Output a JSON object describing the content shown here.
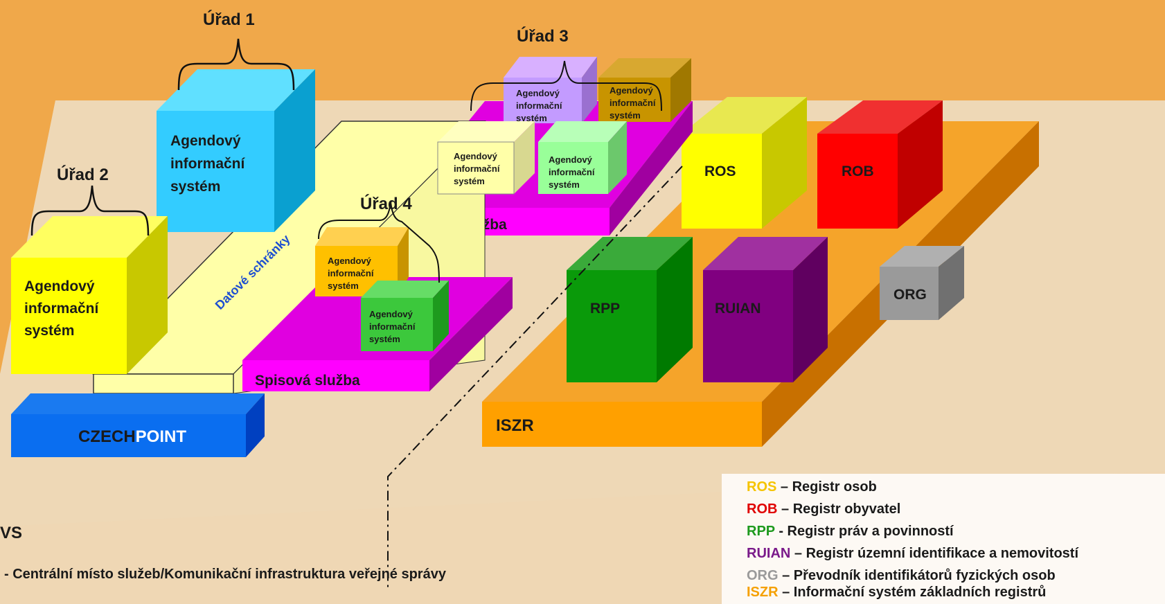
{
  "offices": {
    "urad1": "Úřad 1",
    "urad2": "Úřad 2",
    "urad3": "Úřad 3",
    "urad4": "Úřad 4"
  },
  "ais_label_lines": [
    "Agendový",
    "informační",
    "systém"
  ],
  "spisova_sluzba": "Spisová služba",
  "datove_schranky": "Datové schránky",
  "czechpoint": {
    "part1": "CZECH",
    "part2": "POINT"
  },
  "registers": {
    "ros": "ROS",
    "rob": "ROB",
    "rpp": "RPP",
    "ruian": "RUIAN",
    "org": "ORG",
    "iszr": "ISZR"
  },
  "bottom": {
    "vs": "VS",
    "cmvs": "- Centrální místo služeb/Komunikační infrastruktura veřejné správy"
  },
  "legend": [
    {
      "abbr": "ROS",
      "text": " – Registr osob",
      "color": "#f5c400"
    },
    {
      "abbr": "ROB",
      "text": " – Registr obyvatel",
      "color": "#e00000"
    },
    {
      "abbr": "RPP",
      "text": " -  Registr práv a povinností",
      "color": "#1e9a1e"
    },
    {
      "abbr": "RUIAN",
      "text": " – Registr územní identifikace a nemovitostí",
      "color": "#7a1a8a"
    },
    {
      "abbr": "ORG",
      "text": " – Převodník identifikátorů fyzických osob",
      "color": "#9a9a9a"
    },
    {
      "abbr": "ISZR",
      "text": " – Informační systém základních registrů",
      "color": "#f5a000"
    }
  ],
  "colors": {
    "background": "#f0a84a",
    "platform": "#f0ddc0",
    "iszr": "#ffa000",
    "spisova": "#ff00ff",
    "datove": "#ffffa8",
    "czechpoint": "#0a6ef0"
  }
}
